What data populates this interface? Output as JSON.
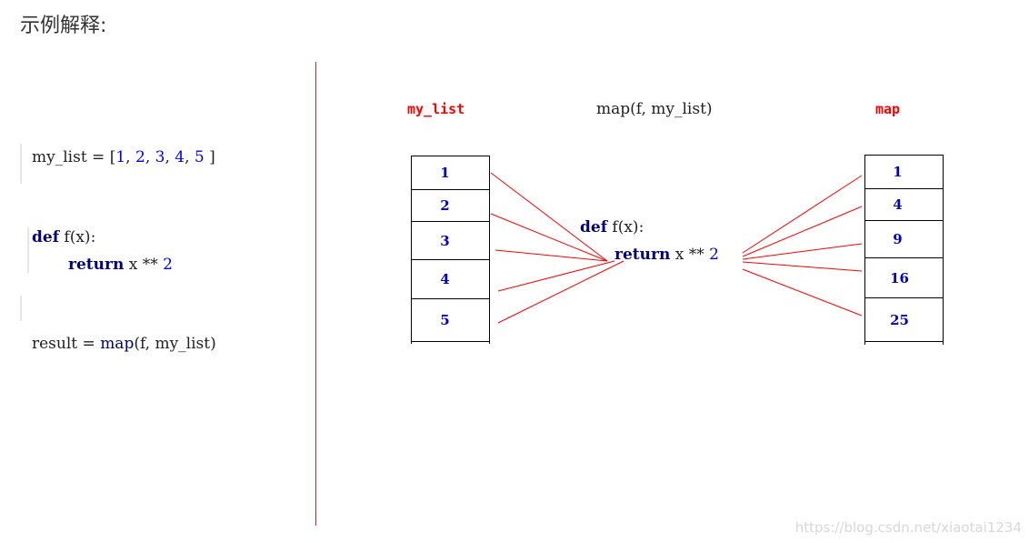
{
  "heading": "示例解释:",
  "code": {
    "line1": {
      "prefix": "my_list = [",
      "n1": "1",
      "n2": "2",
      "n3": "3",
      "n4": "4",
      "n5": "5",
      "sep": ", ",
      "suffix": " ]"
    },
    "line2": {
      "kw": "def",
      "rest": " f(x):"
    },
    "line3": {
      "kw": "return",
      "rest": " x ** ",
      "num": "2"
    },
    "line4": {
      "prefix": "result = ",
      "fn": "map",
      "rest": "(f, my_list)"
    }
  },
  "diagram": {
    "label_left": "my_list",
    "label_center": "map(f, my_list)",
    "label_right": "map",
    "center_def_kw": "def",
    "center_def_rest": " f(x):",
    "center_return_kw": "return",
    "center_return_rest": " x ** ",
    "center_return_num": "2",
    "left_values": [
      "1",
      "2",
      "3",
      "4",
      "5"
    ],
    "right_values": [
      "1",
      "4",
      "9",
      "16",
      "25"
    ]
  },
  "colors": {
    "accent": "#ff0000",
    "keyword": "#000080",
    "number": "#0000ff"
  },
  "watermark": "https://blog.csdn.net/xiaotai1234"
}
